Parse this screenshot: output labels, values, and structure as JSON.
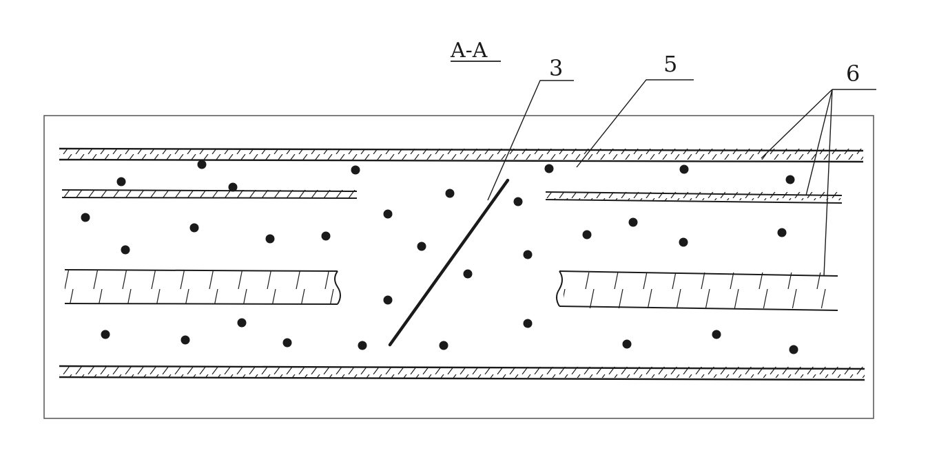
{
  "diagram": {
    "section_label": "A-A",
    "callouts": {
      "c3": "3",
      "c5": "5",
      "c6": "6"
    },
    "ink_color": "#1a1a1a",
    "frame_color": "#444444"
  }
}
